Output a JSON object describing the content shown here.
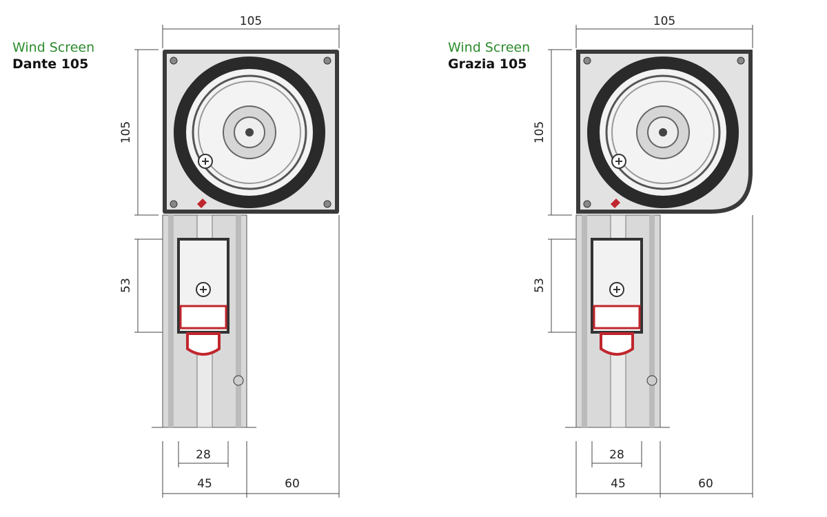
{
  "colors": {
    "series_text": "#2c8a2c",
    "model_text": "#111111",
    "housing_dark": "#3a3a3a",
    "housing_light": "#d9d9d9",
    "accent_red": "#c0262d"
  },
  "diagrams": [
    {
      "series": "Wind Screen",
      "model": "Dante 105",
      "dims": {
        "top_width": "105",
        "box_height": "105",
        "rail_height": "53",
        "inner_width": "28",
        "rail_width": "45",
        "side_gap": "60"
      }
    },
    {
      "series": "Wind Screen",
      "model": "Grazia 105",
      "dims": {
        "top_width": "105",
        "box_height": "105",
        "rail_height": "53",
        "inner_width": "28",
        "rail_width": "45",
        "side_gap": "60"
      }
    }
  ]
}
